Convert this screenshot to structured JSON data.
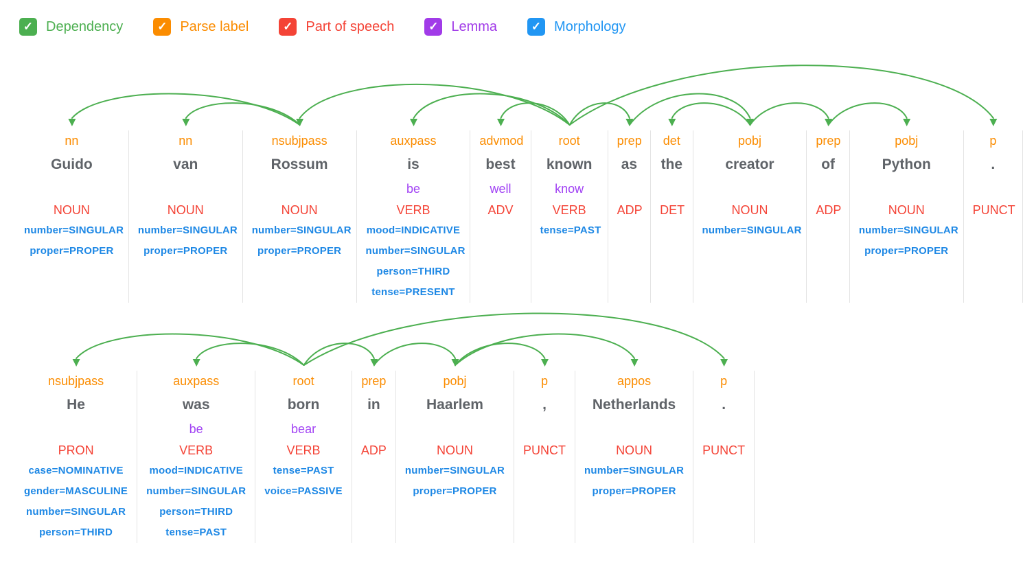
{
  "toggles": [
    {
      "label": "Dependency",
      "color": "#4caf50",
      "checked": true
    },
    {
      "label": "Parse label",
      "color": "#fb8c00",
      "checked": true
    },
    {
      "label": "Part of speech",
      "color": "#f44336",
      "checked": true
    },
    {
      "label": "Lemma",
      "color": "#a13be8",
      "checked": true
    },
    {
      "label": "Morphology",
      "color": "#2196f3",
      "checked": true
    }
  ],
  "checkmark": "✓",
  "colors": {
    "dependency_arc": "#4caf50",
    "parse_label": "#fb8c00",
    "word": "#5f6368",
    "lemma": "#a142f4",
    "part_of_speech": "#f44336",
    "morphology": "#1e88e5",
    "divider": "#e3e3e3",
    "background": "#ffffff"
  },
  "sentences": [
    {
      "text": "Guido van Rossum is best known as the creator of Python.",
      "tokens": [
        {
          "label": "nn",
          "word": "Guido",
          "lemma": "",
          "pos": "NOUN",
          "morph": [
            "number=SINGULAR",
            "proper=PROPER"
          ]
        },
        {
          "label": "nn",
          "word": "van",
          "lemma": "",
          "pos": "NOUN",
          "morph": [
            "number=SINGULAR",
            "proper=PROPER"
          ]
        },
        {
          "label": "nsubjpass",
          "word": "Rossum",
          "lemma": "",
          "pos": "NOUN",
          "morph": [
            "number=SINGULAR",
            "proper=PROPER"
          ]
        },
        {
          "label": "auxpass",
          "word": "is",
          "lemma": "be",
          "pos": "VERB",
          "morph": [
            "mood=INDICATIVE",
            "number=SINGULAR",
            "person=THIRD",
            "tense=PRESENT"
          ]
        },
        {
          "label": "advmod",
          "word": "best",
          "lemma": "well",
          "pos": "ADV",
          "morph": []
        },
        {
          "label": "root",
          "word": "known",
          "lemma": "know",
          "pos": "VERB",
          "morph": [
            "tense=PAST"
          ]
        },
        {
          "label": "prep",
          "word": "as",
          "lemma": "",
          "pos": "ADP",
          "morph": []
        },
        {
          "label": "det",
          "word": "the",
          "lemma": "",
          "pos": "DET",
          "morph": []
        },
        {
          "label": "pobj",
          "word": "creator",
          "lemma": "",
          "pos": "NOUN",
          "morph": [
            "number=SINGULAR"
          ]
        },
        {
          "label": "prep",
          "word": "of",
          "lemma": "",
          "pos": "ADP",
          "morph": []
        },
        {
          "label": "pobj",
          "word": "Python",
          "lemma": "",
          "pos": "NOUN",
          "morph": [
            "number=SINGULAR",
            "proper=PROPER"
          ]
        },
        {
          "label": "p",
          "word": ".",
          "lemma": "",
          "pos": "PUNCT",
          "morph": []
        }
      ],
      "arcs": [
        {
          "head": 2,
          "dep": 0
        },
        {
          "head": 2,
          "dep": 1
        },
        {
          "head": 5,
          "dep": 2
        },
        {
          "head": 5,
          "dep": 3
        },
        {
          "head": 5,
          "dep": 4
        },
        {
          "head": 5,
          "dep": 6
        },
        {
          "head": 8,
          "dep": 7
        },
        {
          "head": 6,
          "dep": 8
        },
        {
          "head": 8,
          "dep": 9
        },
        {
          "head": 9,
          "dep": 10
        },
        {
          "head": 5,
          "dep": 11
        }
      ]
    },
    {
      "text": "He was born in Haarlem, Netherlands.",
      "tokens": [
        {
          "label": "nsubjpass",
          "word": "He",
          "lemma": "",
          "pos": "PRON",
          "morph": [
            "case=NOMINATIVE",
            "gender=MASCULINE",
            "number=SINGULAR",
            "person=THIRD"
          ]
        },
        {
          "label": "auxpass",
          "word": "was",
          "lemma": "be",
          "pos": "VERB",
          "morph": [
            "mood=INDICATIVE",
            "number=SINGULAR",
            "person=THIRD",
            "tense=PAST"
          ]
        },
        {
          "label": "root",
          "word": "born",
          "lemma": "bear",
          "pos": "VERB",
          "morph": [
            "tense=PAST",
            "voice=PASSIVE"
          ]
        },
        {
          "label": "prep",
          "word": "in",
          "lemma": "",
          "pos": "ADP",
          "morph": []
        },
        {
          "label": "pobj",
          "word": "Haarlem",
          "lemma": "",
          "pos": "NOUN",
          "morph": [
            "number=SINGULAR",
            "proper=PROPER"
          ]
        },
        {
          "label": "p",
          "word": ",",
          "lemma": "",
          "pos": "PUNCT",
          "morph": []
        },
        {
          "label": "appos",
          "word": "Netherlands",
          "lemma": "",
          "pos": "NOUN",
          "morph": [
            "number=SINGULAR",
            "proper=PROPER"
          ]
        },
        {
          "label": "p",
          "word": ".",
          "lemma": "",
          "pos": "PUNCT",
          "morph": []
        }
      ],
      "arcs": [
        {
          "head": 2,
          "dep": 0
        },
        {
          "head": 2,
          "dep": 1
        },
        {
          "head": 2,
          "dep": 3
        },
        {
          "head": 3,
          "dep": 4
        },
        {
          "head": 4,
          "dep": 5
        },
        {
          "head": 4,
          "dep": 6
        },
        {
          "head": 2,
          "dep": 7
        }
      ]
    }
  ]
}
